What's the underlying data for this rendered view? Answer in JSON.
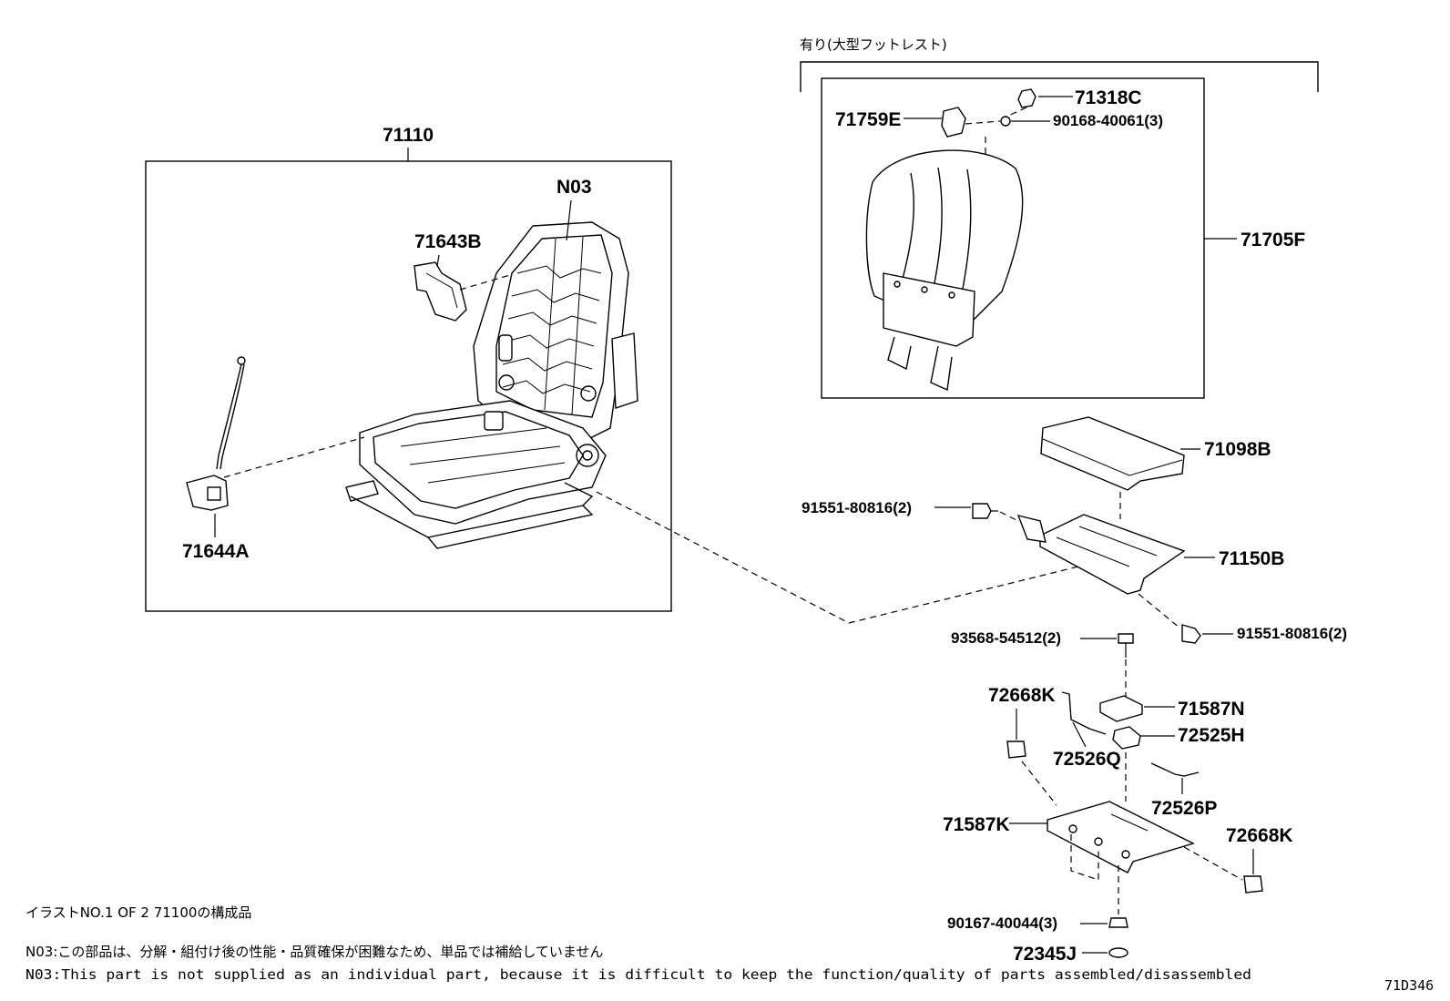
{
  "header": {
    "footrest_option": "有り(大型フットレスト)"
  },
  "parts": {
    "p71110": "71110",
    "pN03": "N03",
    "p71643B": "71643B",
    "p71644A": "71644A",
    "p71318C": "71318C",
    "p71759E": "71759E",
    "p90168": "90168-40061(3)",
    "p71705F": "71705F",
    "p71098B": "71098B",
    "p91551a": "91551-80816(2)",
    "p71150B": "71150B",
    "p91551b": "91551-80816(2)",
    "p93568": "93568-54512(2)",
    "p72668Ka": "72668K",
    "p71587N": "71587N",
    "p72526Q": "72526Q",
    "p72525H": "72525H",
    "p72526P": "72526P",
    "p71587K": "71587K",
    "p72668Kb": "72668K",
    "p90167": "90167-40044(3)",
    "p72345J": "72345J"
  },
  "notes": {
    "illustration": "イラストNO.1 OF 2 71100の構成品",
    "n03_jp": "N03:この部品は、分解・組付け後の性能・品質確保が困難なため、単品では補給していません",
    "n03_en": "N03:This part is not supplied as an individual part, because it is difficult to keep the function/quality of parts assembled/disassembled",
    "figure_id": "71D346"
  }
}
